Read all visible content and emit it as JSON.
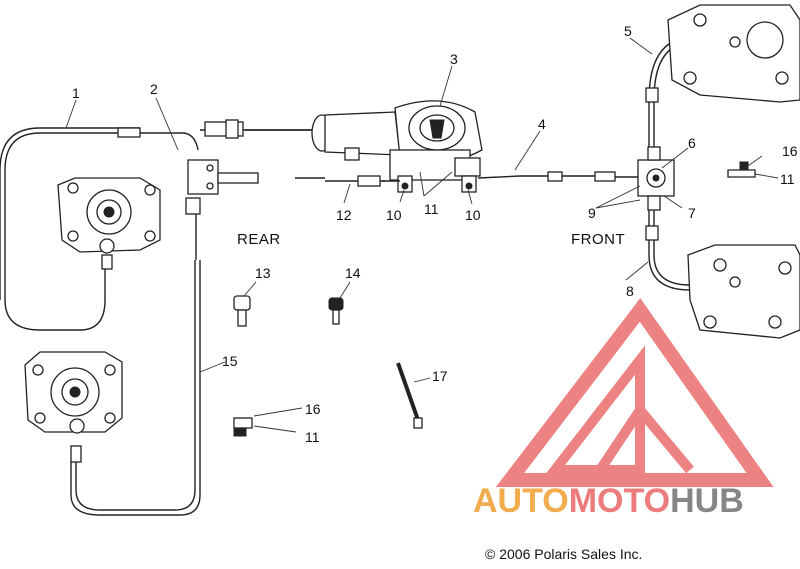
{
  "callouts": {
    "c1": "1",
    "c2": "2",
    "c3": "3",
    "c4": "4",
    "c5": "5",
    "c6": "6",
    "c7": "7",
    "c8": "8",
    "c9": "9",
    "c10a": "10",
    "c10b": "10",
    "c11a": "11",
    "c11b": "11",
    "c11c": "11",
    "c12": "12",
    "c13": "13",
    "c14": "14",
    "c15": "15",
    "c16a": "16",
    "c16b": "16",
    "c17": "17"
  },
  "labels": {
    "rear": "REAR",
    "front": "FRONT"
  },
  "watermark": {
    "part1": "AUTO",
    "part2": "MOTO",
    "part3": "HUB",
    "colors": {
      "auto": "#f0a43a",
      "moto": "#ea6d6d",
      "hub": "#7a7a7a",
      "logo": "#ea6d6d"
    }
  },
  "copyright": "© 2006 Polaris Sales Inc."
}
